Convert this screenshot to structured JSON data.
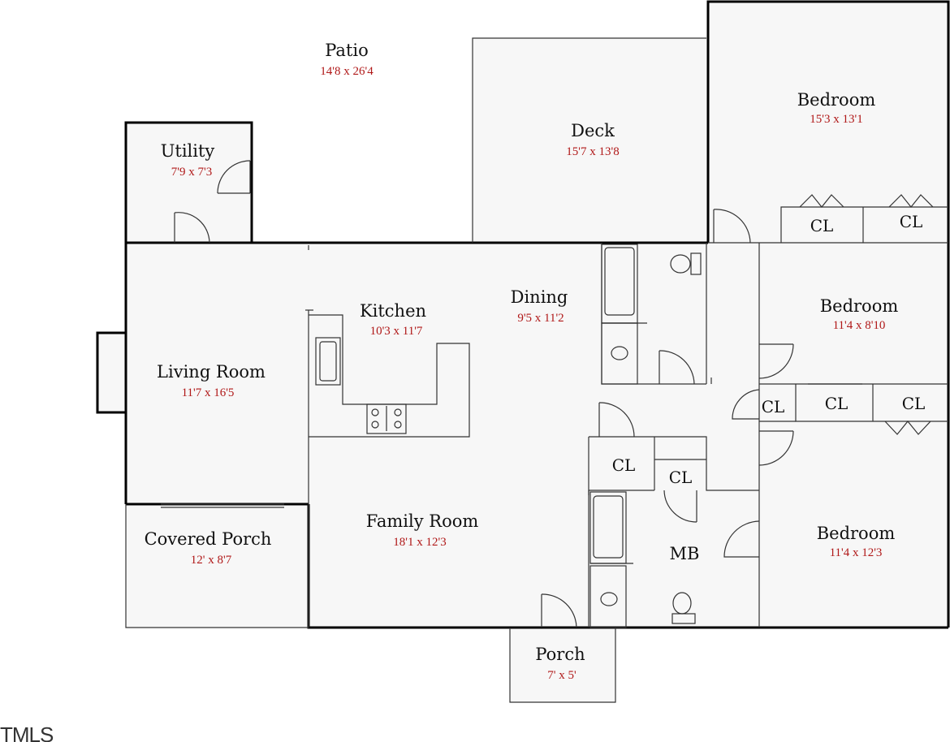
{
  "rooms": {
    "patio": {
      "name": "Patio",
      "dims": "14'8 x 26'4"
    },
    "utility": {
      "name": "Utility",
      "dims": "7'9 x 7'3"
    },
    "deck": {
      "name": "Deck",
      "dims": "15'7 x 13'8"
    },
    "bedroom1": {
      "name": "Bedroom",
      "dims": "15'3 x 13'1"
    },
    "bedroom2": {
      "name": "Bedroom",
      "dims": "11'4 x 8'10"
    },
    "bedroom3": {
      "name": "Bedroom",
      "dims": "11'4 x 12'3"
    },
    "kitchen": {
      "name": "Kitchen",
      "dims": "10'3 x 11'7"
    },
    "dining": {
      "name": "Dining",
      "dims": "9'5 x 11'2"
    },
    "living": {
      "name": "Living Room",
      "dims": "11'7 x 16'5"
    },
    "family": {
      "name": "Family Room",
      "dims": "18'1 x 12'3"
    },
    "covered_porch": {
      "name": "Covered Porch",
      "dims": "12' x 8'7"
    },
    "porch": {
      "name": "Porch",
      "dims": "7' x 5'"
    },
    "master_bath": {
      "name": "MB"
    }
  },
  "closets": {
    "label": "CL"
  },
  "watermark": "TMLS"
}
